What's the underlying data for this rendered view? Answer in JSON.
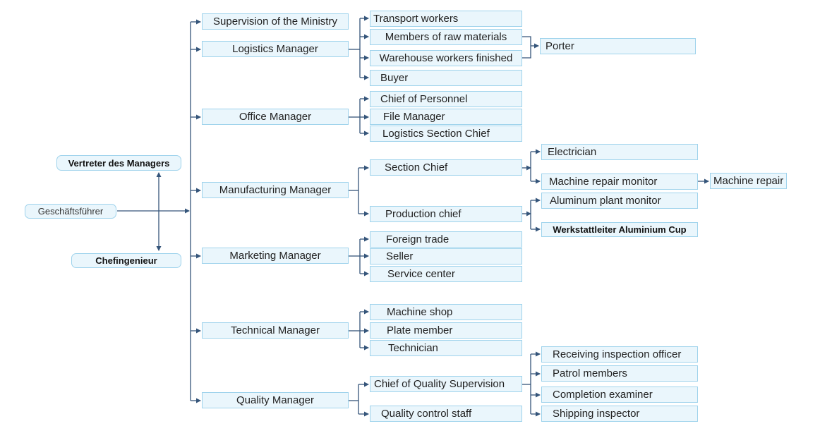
{
  "chart_data": {
    "type": "org-chart",
    "nodes": {
      "deputy": "Vertreter des Managers",
      "ceo": "Geschäftsführer",
      "chief_engineer": "Chefingenieur",
      "supervision": "Supervision of the Ministry",
      "logistics": "Logistics Manager",
      "office": "Office Manager",
      "manufacturing": "Manufacturing Manager",
      "marketing": "Marketing Manager",
      "technical": "Technical Manager",
      "quality": "Quality Manager",
      "transport_workers": "Transport workers",
      "raw_materials": "Members of raw materials",
      "warehouse_finished": "Warehouse workers finished",
      "buyer": "Buyer",
      "porter": "Porter",
      "chief_personnel": "Chief of Personnel",
      "file_manager": "File Manager",
      "logistics_section_chief": "Logistics Section Chief",
      "section_chief": "Section Chief",
      "production_chief": "Production chief",
      "electrician": "Electrician",
      "machine_repair_monitor": "Machine repair monitor",
      "machine_repair": "Machine repair",
      "aluminum_plant_monitor": "Aluminum plant monitor",
      "workshop_aluminium_cup": "Werkstattleiter Aluminium Cup",
      "foreign_trade": "Foreign trade",
      "seller": "Seller",
      "service_center": "Service center",
      "machine_shop": "Machine shop",
      "plate_member": "Plate member",
      "technician": "Technician",
      "chief_quality_supervision": "Chief of Quality Supervision",
      "quality_control_staff": "Quality control staff",
      "receiving_inspection": "Receiving inspection officer",
      "patrol_members": "Patrol members",
      "completion_examiner": "Completion examiner",
      "shipping_inspector": "Shipping inspector"
    },
    "edges": [
      [
        "ceo",
        "deputy"
      ],
      [
        "ceo",
        "chief_engineer"
      ],
      [
        "ceo",
        "supervision"
      ],
      [
        "ceo",
        "logistics"
      ],
      [
        "ceo",
        "office"
      ],
      [
        "ceo",
        "manufacturing"
      ],
      [
        "ceo",
        "marketing"
      ],
      [
        "ceo",
        "technical"
      ],
      [
        "ceo",
        "quality"
      ],
      [
        "logistics",
        "transport_workers"
      ],
      [
        "logistics",
        "raw_materials"
      ],
      [
        "logistics",
        "warehouse_finished"
      ],
      [
        "logistics",
        "buyer"
      ],
      [
        "raw_materials",
        "porter"
      ],
      [
        "warehouse_finished",
        "porter"
      ],
      [
        "office",
        "chief_personnel"
      ],
      [
        "office",
        "file_manager"
      ],
      [
        "office",
        "logistics_section_chief"
      ],
      [
        "manufacturing",
        "section_chief"
      ],
      [
        "manufacturing",
        "production_chief"
      ],
      [
        "section_chief",
        "electrician"
      ],
      [
        "section_chief",
        "machine_repair_monitor"
      ],
      [
        "machine_repair_monitor",
        "machine_repair"
      ],
      [
        "production_chief",
        "aluminum_plant_monitor"
      ],
      [
        "production_chief",
        "workshop_aluminium_cup"
      ],
      [
        "marketing",
        "foreign_trade"
      ],
      [
        "marketing",
        "seller"
      ],
      [
        "marketing",
        "service_center"
      ],
      [
        "technical",
        "machine_shop"
      ],
      [
        "technical",
        "plate_member"
      ],
      [
        "technical",
        "technician"
      ],
      [
        "quality",
        "chief_quality_supervision"
      ],
      [
        "quality",
        "quality_control_staff"
      ],
      [
        "chief_quality_supervision",
        "receiving_inspection"
      ],
      [
        "chief_quality_supervision",
        "patrol_members"
      ],
      [
        "chief_quality_supervision",
        "completion_examiner"
      ],
      [
        "chief_quality_supervision",
        "shipping_inspector"
      ]
    ]
  },
  "colors": {
    "node_fill": "#eaf6fc",
    "node_border": "#9fd3ec",
    "connector": "#35557a"
  }
}
